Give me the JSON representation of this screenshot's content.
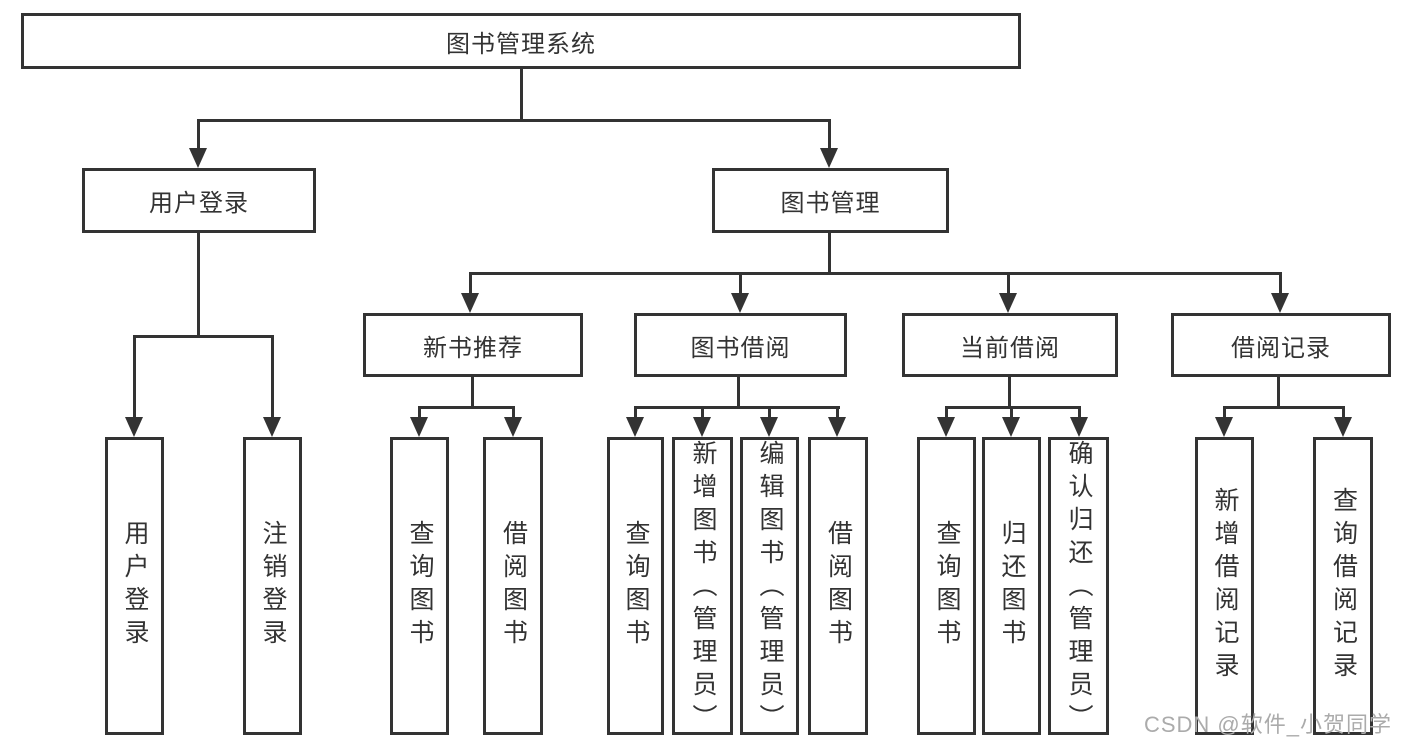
{
  "diagram": {
    "title": "图书管理系统",
    "level1": {
      "user_login": "用户登录",
      "book_mgmt": "图书管理"
    },
    "level2": {
      "new_book_rec": "新书推荐",
      "book_borrow": "图书借阅",
      "current_borrow": "当前借阅",
      "borrow_records": "借阅记录"
    },
    "leaves": {
      "user_login": "用户登录",
      "logout": "注销登录",
      "rec_query_book": "查询图书",
      "rec_borrow_book": "借阅图书",
      "bb_query_book": "查询图书",
      "bb_add_book": "新增图书（管理员）",
      "bb_edit_book": "编辑图书（管理员）",
      "bb_borrow_book": "借阅图书",
      "cb_query_book": "查询图书",
      "cb_return_book": "归还图书",
      "cb_confirm_return": "确认归还（管理员）",
      "br_add_record": "新增借阅记录",
      "br_query_record": "查询借阅记录"
    }
  },
  "watermark": "CSDN @软件_小贺同学",
  "colors": {
    "line": "#333333",
    "text": "#333333",
    "watermark": "#ababab",
    "background": "#ffffff"
  }
}
